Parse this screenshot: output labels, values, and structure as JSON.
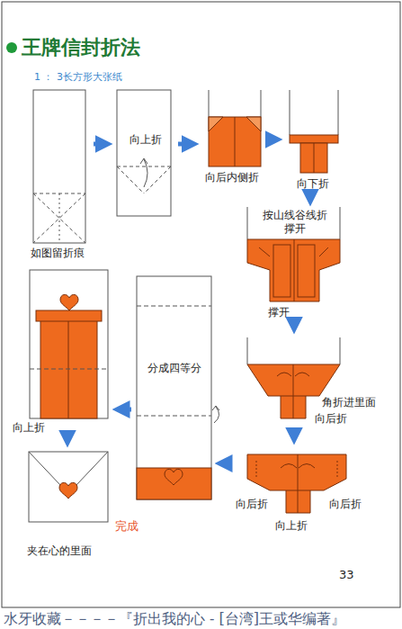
{
  "diagram": {
    "title": "王牌信封折法",
    "nodes": [
      {
        "text": [
          "如图留折痕"
        ]
      },
      {
        "text": [
          "向上折"
        ]
      },
      {
        "text": [
          "向后内侧折"
        ]
      },
      {
        "text": [
          "向下折"
        ]
      },
      {
        "text": [
          "按山线谷线折",
          "撑开",
          "撑开"
        ]
      },
      {
        "text": [
          "角折进里面",
          "向后折"
        ]
      },
      {
        "text": [
          "向后折",
          "向后折",
          "向上折"
        ]
      },
      {
        "text": [
          "分成四等分"
        ]
      },
      {
        "text": [
          "向上折"
        ]
      },
      {
        "text": [
          "完成",
          "夹在心的里面"
        ]
      }
    ],
    "edges": [
      {
        "from": 0,
        "to": 1,
        "arrow": "to"
      },
      {
        "from": 1,
        "to": 2,
        "arrow": "to"
      },
      {
        "from": 2,
        "to": 3,
        "arrow": "to"
      },
      {
        "from": 3,
        "to": 4,
        "arrow": "to"
      },
      {
        "from": 4,
        "to": 5,
        "arrow": "to"
      },
      {
        "from": 5,
        "to": 6,
        "arrow": "to"
      },
      {
        "from": 6,
        "to": 7,
        "arrow": "to"
      },
      {
        "from": 7,
        "to": 8,
        "arrow": "to"
      },
      {
        "from": 8,
        "to": 9,
        "arrow": "to"
      }
    ],
    "labels": [
      "1 ： 3长方形大张纸",
      "33",
      "水牙收藏－－－－『折出我的心 - [台湾]王或华编著』"
    ]
  }
}
